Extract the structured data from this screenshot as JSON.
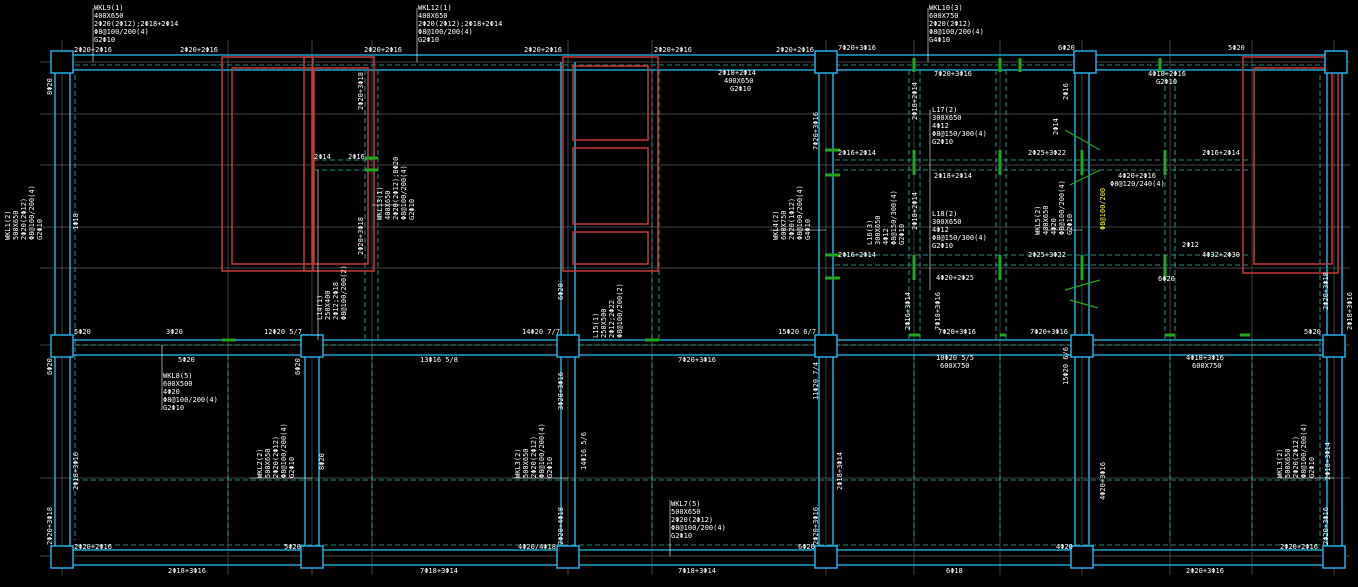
{
  "colors": {
    "background": "#000000",
    "beam": "#1fa3c9",
    "column": "#2bb8f5",
    "wall": "#c23a3a",
    "rebar_highlight": "#1fa81f",
    "text": "#ffffff",
    "highlight_text": "#ffff33"
  },
  "annotations": {
    "wkl9": [
      "WKL9(1)",
      "400X650",
      "2Φ20(2Φ12);2Φ18+2Φ14",
      "Φ8@100/200(4)",
      "G2Φ10"
    ],
    "wkl12": [
      "WKL12(1)",
      "400X650",
      "2Φ20(2Φ12);2Φ18+2Φ14",
      "Φ8@100/200(4)",
      "G2Φ10"
    ],
    "wkl10": [
      "WKL10(3)",
      "600X750",
      "2Φ20(2Φ12)",
      "Φ8@100/200(4)",
      "G4Φ10"
    ],
    "wkl1": [
      "WKL1(2)",
      "500X650",
      "2Φ20(2Φ12)",
      "Φ8@100/200(4)",
      "G2Φ10"
    ],
    "wkl8": [
      "WKL8(5)",
      "600X500",
      "4Φ20",
      "Φ8@100/200(4)",
      "G2Φ10"
    ],
    "wkl7": [
      "WKL7(5)",
      "500X650",
      "2Φ20(2Φ12)",
      "Φ8@100/200(4)",
      "G2Φ10"
    ],
    "wkl2": [
      "WKL2(2)",
      "500X650",
      "2Φ20(2Φ12)",
      "Φ8@100/200(4)",
      "G2Φ10"
    ],
    "wkl3": [
      "WKL3(2)",
      "500X650",
      "2Φ20(2Φ12)",
      "Φ8@100/200(4)",
      "G2Φ10"
    ],
    "wkl3b": [
      "WKL3(2)",
      "500X650",
      "2Φ20(2Φ12)",
      "Φ8@100/200(4)",
      "G2Φ10"
    ],
    "wkl13": [
      "WKL13(1)",
      "400X650",
      "2Φ20(2Φ12);8Φ20",
      "Φ8@100/200(4)",
      "G2Φ10"
    ],
    "wkl4": [
      "WKL4(2)",
      "600X750",
      "2Φ20(1Φ12)",
      "Φ8@100/200(4)",
      "G4Φ10"
    ],
    "wkl5": [
      "WKL5(2)",
      "400X650",
      "4Φ20",
      "Φ8@100/200(4)",
      "G2Φ10"
    ],
    "l14": [
      "L14(1)",
      "250X400",
      "2Φ12;2Φ18",
      "Φ8@100/200(2)"
    ],
    "l15": [
      "L15(1)",
      "250X500",
      "2Φ12;2Φ22",
      "Φ8@100/200(2)"
    ],
    "l16": [
      "L16(3)",
      "300X650",
      "4Φ12",
      "Φ8@150/300(4)",
      "G2Φ10"
    ],
    "l17": [
      "L17(2)",
      "300X650",
      "4Φ12",
      "Φ8@150/300(4)",
      "G2Φ10"
    ],
    "l18": [
      "L18(2)",
      "300X650",
      "4Φ12",
      "Φ8@150/300(4)",
      "G2Φ10"
    ],
    "highlight": "Φ8@100/200"
  },
  "rebar_labels": {
    "top_row": [
      "2Φ20+2Φ16",
      "2Φ20+2Φ16",
      "2Φ20+2Φ16",
      "2Φ20+2Φ16",
      "2Φ20+2Φ16",
      "2Φ20+2Φ16",
      "7Φ20+3Φ16",
      "6Φ20",
      "5Φ20"
    ],
    "mid_row": [
      "5Φ20",
      "3Φ20",
      "12Φ20 5/7",
      "14Φ20 7/7",
      "15Φ20 6/7",
      "7Φ20+3Φ16",
      "7Φ20+3Φ16",
      "5Φ20"
    ],
    "mid_row2": [
      "5Φ20",
      "13Φ16 5/8",
      "7Φ20+3Φ16",
      "10Φ20 5/5",
      "600X750",
      "4Φ18+3Φ16",
      "600X750"
    ],
    "bottom_row": [
      "2Φ20+2Φ16",
      "5Φ20",
      "4Φ20/4Φ18",
      "6Φ20",
      "4Φ20",
      "2Φ20+2Φ16"
    ],
    "bottom_axis": [
      "2Φ18+3Φ16",
      "7Φ18+3Φ14",
      "7Φ18+3Φ14",
      "6Φ18",
      "2Φ20+3Φ16"
    ],
    "misc": [
      "2Φ18+2Φ14",
      "400X650",
      "G2Φ10",
      "7Φ20+3Φ16",
      "4Φ18+2Φ16",
      "G2Φ10",
      "2Φ16+2Φ14",
      "2Φ25+3Φ22",
      "2Φ16+2Φ14",
      "2Φ16+2Φ14",
      "2Φ25+3Φ22",
      "4Φ32+2Φ30",
      "4Φ20+2Φ16",
      "Φ8@120/240(4)",
      "4Φ20+2Φ25",
      "2Φ12",
      "2Φ14",
      "2Φ16",
      "7Φ20+3Φ16",
      "2Φ18+2Φ14",
      "1Φ18",
      "7Φ18+3Φ16",
      "3Φ20+3Φ16",
      "2Φ20+4Φ18",
      "4Φ20+3Φ16",
      "14Φ16 5/6",
      "11Φ20 7/4",
      "15Φ20 6/6",
      "2Φ20+3Φ16",
      "2Φ18+3Φ14",
      "6Φ20",
      "8Φ20",
      "2Φ20+3Φ18",
      "2Φ18+3Φ16",
      "2Φ16+3Φ14",
      "8Φ20"
    ]
  }
}
